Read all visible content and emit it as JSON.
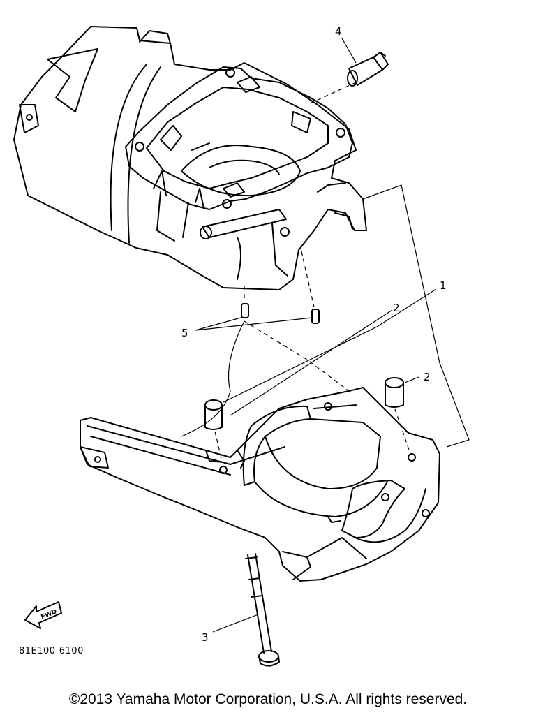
{
  "diagram": {
    "callouts": {
      "c1": "1",
      "c2a": "2",
      "c2b": "2",
      "c3": "3",
      "c4": "4",
      "c5": "5"
    },
    "fwd_label": "FWD",
    "figure_code": "81E100-6100"
  },
  "footer": {
    "copyright": "©2013 Yamaha Motor Corporation, U.S.A. All rights reserved."
  }
}
